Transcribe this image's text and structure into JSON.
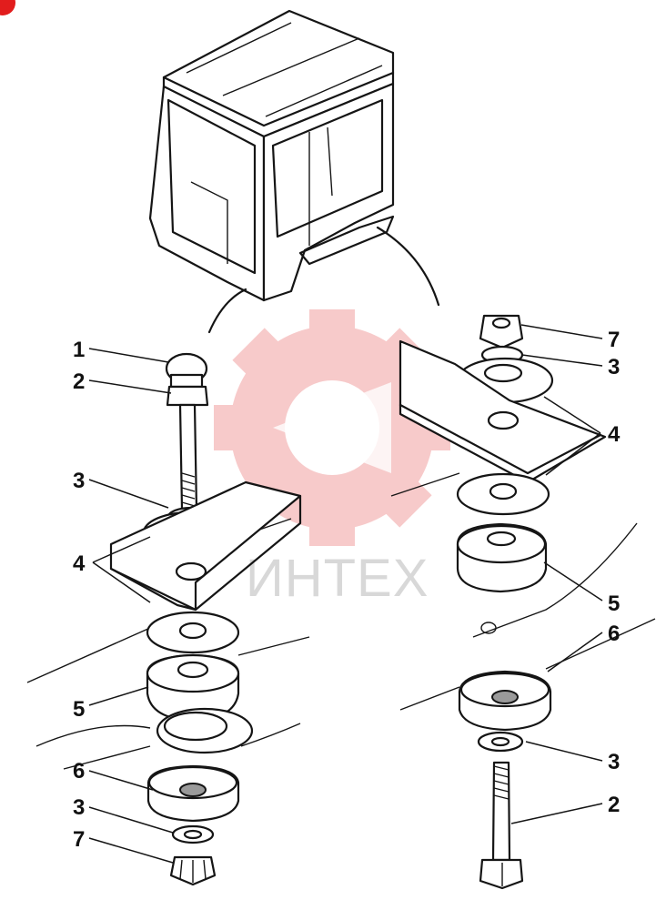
{
  "watermark": {
    "text": "ИНТЕХ",
    "color": "#f4a3a3"
  },
  "callouts": {
    "left": [
      "1",
      "2",
      "3",
      "4",
      "5",
      "6",
      "3",
      "7"
    ],
    "right": [
      "7",
      "3",
      "4",
      "5",
      "6",
      "3",
      "2"
    ]
  },
  "icons": {
    "badge": "corner-badge-icon",
    "logo": "gear-logo-icon"
  }
}
